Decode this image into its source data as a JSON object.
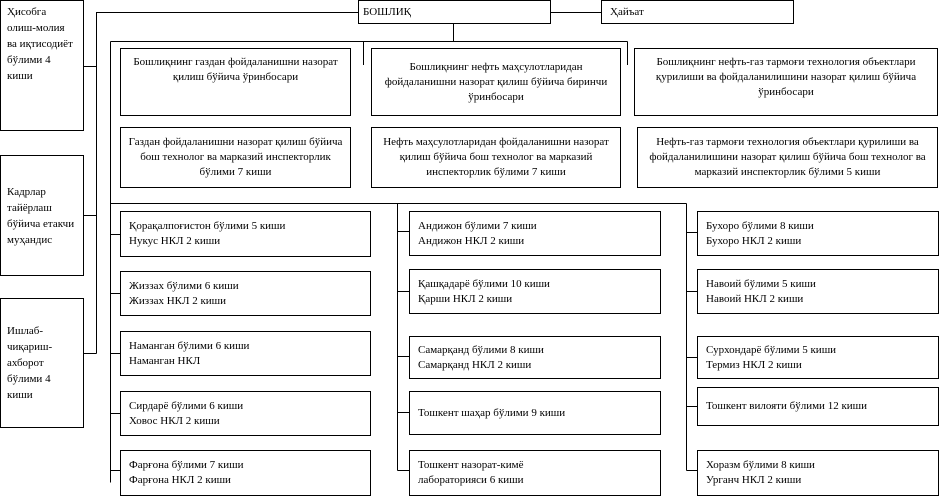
{
  "head": {
    "label": "БОШЛИҚ"
  },
  "council": {
    "label": "Ҳайъат"
  },
  "left_units": [
    {
      "label": "Ҳисобга олиш-молия ва иқтисодиёт бўлими 4 киши"
    },
    {
      "label": "Кадрлар тайёрлаш бўйича етакчи муҳандис"
    },
    {
      "label": "Ишлаб-чиқариш-ахборот бўлими 4 киши"
    }
  ],
  "deputies": [
    {
      "label": "Бошлиқнинг газдан фойдаланишни назорат қилиш бўйича ўринбосари"
    },
    {
      "label": "Бошлиқнинг нефть маҳсулотларидан фойдаланишни назорат қилиш бўйича биринчи ўринбосари"
    },
    {
      "label": "Бошлиқнинг нефть-газ тармоғи технология объектлари қурилиши ва фойдаланилишини назорат қилиш бўйича ўринбосари"
    }
  ],
  "inspectorates": [
    {
      "label": "Газдан фойдаланишни назорат қилиш бўйича бош технолог ва марказий инспекторлик бўлими 7 киши"
    },
    {
      "label": "Нефть маҳсулотларидан фойдаланишни назорат қилиш бўйича бош технолог ва марказий инспекторлик бўлими 7 киши"
    },
    {
      "label": "Нефть-газ тармоғи технология объектлари қурилиши ва фойдаланилишини назорат қилиш бўйича бош технолог ва марказий инспекторлик бўлими 5 киши"
    }
  ],
  "regions": [
    [
      {
        "line1": "Қорақалпоғистон бўлими 5 киши",
        "line2": "Нукус НКЛ 2 киши"
      },
      {
        "line1": "Жиззах бўлими 6 киши",
        "line2": "Жиззах НКЛ 2 киши"
      },
      {
        "line1": "Наманган бўлими 6 киши",
        "line2": "Наманган НКЛ"
      },
      {
        "line1": "Сирдарё бўлими 6 киши",
        "line2": "Ховос НКЛ 2 киши"
      },
      {
        "line1": "Фарғона бўлими 7 киши",
        "line2": "Фарғона НКЛ 2 киши"
      }
    ],
    [
      {
        "line1": "Андижон бўлими 7 киши",
        "line2": "Андижон НКЛ 2 киши"
      },
      {
        "line1": "Қашқадарё бўлими 10 киши",
        "line2": "Қарши НКЛ 2 киши"
      },
      {
        "line1": "Самарқанд бўлими 8 киши",
        "line2": "Самарқанд НКЛ 2 киши"
      },
      {
        "line1": "Тошкент шаҳар бўлими 9 киши",
        "line2": ""
      },
      {
        "line1": "Тошкент назорат-кимё",
        "line2": "лабораторияси 6 киши"
      }
    ],
    [
      {
        "line1": "Бухоро бўлими 8 киши",
        "line2": "Бухоро НКЛ 2 киши"
      },
      {
        "line1": "Навоий бўлими 5 киши",
        "line2": "Навоий НКЛ 2 киши"
      },
      {
        "line1": "Сурхондарё бўлими 5 киши",
        "line2": "Термиз НКЛ 2 киши"
      },
      {
        "line1": "Тошкент вилояти бўлими 12 киши",
        "line2": ""
      },
      {
        "line1": "Хоразм бўлими 8 киши",
        "line2": "Урганч НКЛ 2 киши"
      }
    ]
  ]
}
